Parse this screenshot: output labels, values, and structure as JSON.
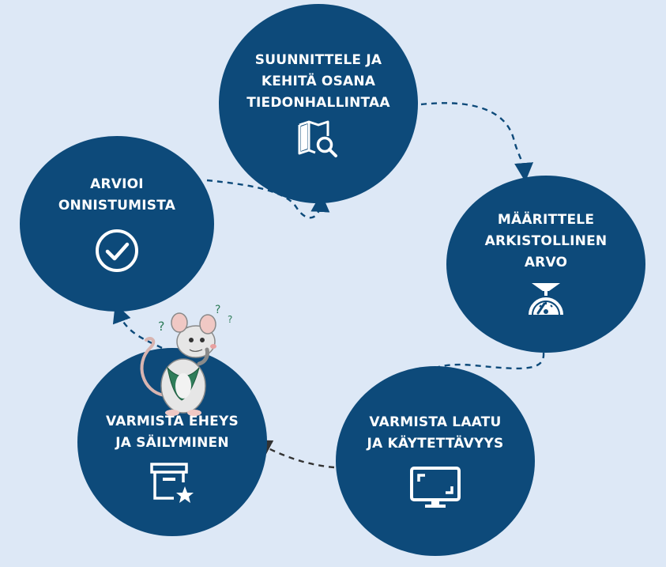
{
  "steps": {
    "plan": {
      "line1": "SUUNNITTELE JA",
      "line2": "KEHITÄ OSANA",
      "line3": "TIEDONHALLINTAA",
      "icon": "map-search-icon"
    },
    "define": {
      "line1": "MÄÄRITTELE",
      "line2": "ARKISTOLLINEN",
      "line3": "ARVO",
      "icon": "gauge-icon"
    },
    "quality": {
      "line1": "VARMISTA LAATU",
      "line2": "JA KÄYTETTÄVYYS",
      "icon": "monitor-icon"
    },
    "integrity": {
      "line1": "VARMISTA EHEYS",
      "line2": "JA SÄILYMINEN",
      "icon": "archive-star-icon"
    },
    "evaluate": {
      "line1": "ARVIOI",
      "line2": "ONNISTUMISTA",
      "icon": "check-circle-icon"
    }
  },
  "colors": {
    "background": "#dde8f6",
    "circle": "#0d4a7a",
    "text": "#ffffff",
    "arrow_blue": "#0d4a7a",
    "arrow_dark": "#333333"
  },
  "decoration": {
    "mascot": "confused-mouse-illustration",
    "question_marks": [
      "?",
      "?",
      "?"
    ]
  }
}
